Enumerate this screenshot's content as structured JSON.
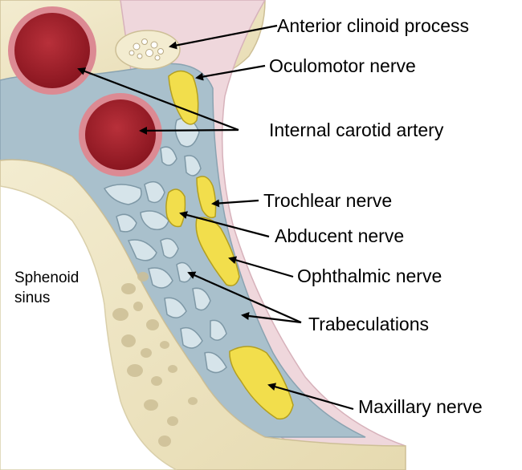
{
  "labels": {
    "anterior_clinoid_process": "Anterior clinoid process",
    "oculomotor_nerve": "Oculomotor nerve",
    "internal_carotid_artery": "Internal carotid artery",
    "trochlear_nerve": "Trochlear nerve",
    "abducent_nerve": "Abducent nerve",
    "ophthalmic_nerve": "Ophthalmic nerve",
    "trabeculations": "Trabeculations",
    "maxillary_nerve": "Maxillary nerve",
    "sphenoid_sinus_line1": "Sphenoid",
    "sphenoid_sinus_line2": "sinus"
  },
  "colors": {
    "bone": "#ece3c0",
    "bone_dark": "#cdbf96",
    "sinus_blue": "#a9c0cc",
    "trabecula": "#d6e4ea",
    "dura_pink": "#efd7dc",
    "artery_red": "#a51f2a",
    "artery_rim": "#dc8a93",
    "nerve_yellow": "#f2de4c",
    "arrow": "#000000"
  }
}
